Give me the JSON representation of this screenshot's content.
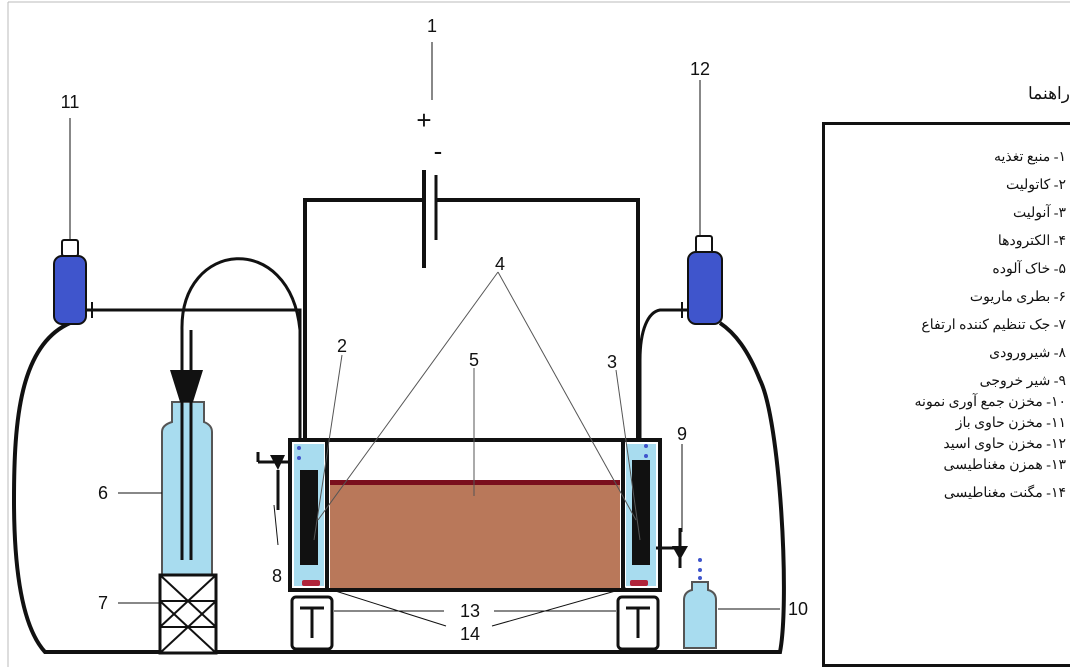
{
  "diagram": {
    "labels": {
      "l1": "1",
      "l2": "2",
      "l3": "3",
      "l4": "4",
      "l5": "5",
      "l6": "6",
      "l7": "7",
      "l8": "8",
      "l9": "9",
      "l10": "10",
      "l11": "11",
      "l12": "12",
      "l13": "13",
      "l14": "14"
    },
    "plus_sign": "+",
    "minus_sign": "-"
  },
  "legend": {
    "heading": "راهنما",
    "items": [
      "۱- منبع تغذیه",
      "۲- کاتولیت",
      "۳- آنولیت",
      "۴- الکترودها",
      "۵- خاک آلوده",
      "۶- بطری ماریوت",
      "۷- جک تنظیم کننده ارتفاع",
      "۸- شیرورودی",
      "۹- شیر خروجی",
      "۱۰- مخزن جمع آوری نمونه",
      "۱۱- مخزن حاوی باز",
      "۱۲- مخزن حاوی اسید",
      "۱۳- همزن مغناطیسی",
      "۱۴- مگنت مغناطیسی"
    ]
  },
  "colors": {
    "soil": "#b9785a",
    "soil_top": "#7a0f1d",
    "liquid": "#a8dcef",
    "reservoir": "#3f55cc",
    "electrode": "#111111",
    "magnet": "#b0243a"
  }
}
